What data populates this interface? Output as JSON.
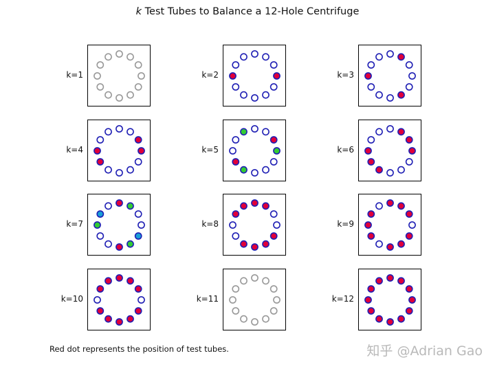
{
  "title": {
    "italic_part": "k",
    "rest": " Test Tubes to Balance a 12-Hole Centrifuge"
  },
  "footnote": "Red dot represents the position of test tubes.",
  "watermark": "知乎 @Adrian Gao",
  "colors": {
    "empty_hole_outline": "#1f1fb4",
    "unbalanced_hole_outline": "#999999",
    "tube_red": "#e0003a",
    "tube_green": "#33cc33",
    "tube_blue": "#1a9fd6"
  },
  "holes_per_rotor": 12,
  "panels": [
    {
      "label": "k=1",
      "status": "impossible",
      "filled": []
    },
    {
      "label": "k=2",
      "status": "balanced",
      "filled": [
        {
          "pos": 3,
          "color": "red"
        },
        {
          "pos": 9,
          "color": "red"
        }
      ]
    },
    {
      "label": "k=3",
      "status": "balanced",
      "filled": [
        {
          "pos": 1,
          "color": "red"
        },
        {
          "pos": 5,
          "color": "red"
        },
        {
          "pos": 9,
          "color": "red"
        }
      ]
    },
    {
      "label": "k=4",
      "status": "balanced",
      "filled": [
        {
          "pos": 2,
          "color": "red"
        },
        {
          "pos": 3,
          "color": "red"
        },
        {
          "pos": 8,
          "color": "red"
        },
        {
          "pos": 9,
          "color": "red"
        }
      ]
    },
    {
      "label": "k=5",
      "status": "balanced",
      "filled": [
        {
          "pos": 2,
          "color": "red"
        },
        {
          "pos": 8,
          "color": "red"
        },
        {
          "pos": 3,
          "color": "green"
        },
        {
          "pos": 7,
          "color": "green"
        },
        {
          "pos": 11,
          "color": "green"
        }
      ]
    },
    {
      "label": "k=6",
      "status": "balanced",
      "filled": [
        {
          "pos": 1,
          "color": "red"
        },
        {
          "pos": 2,
          "color": "red"
        },
        {
          "pos": 3,
          "color": "red"
        },
        {
          "pos": 7,
          "color": "red"
        },
        {
          "pos": 8,
          "color": "red"
        },
        {
          "pos": 9,
          "color": "red"
        }
      ]
    },
    {
      "label": "k=7",
      "status": "balanced",
      "filled": [
        {
          "pos": 0,
          "color": "red"
        },
        {
          "pos": 6,
          "color": "red"
        },
        {
          "pos": 1,
          "color": "green"
        },
        {
          "pos": 5,
          "color": "green"
        },
        {
          "pos": 9,
          "color": "green"
        },
        {
          "pos": 4,
          "color": "blue"
        },
        {
          "pos": 10,
          "color": "blue"
        }
      ]
    },
    {
      "label": "k=8",
      "status": "balanced",
      "filled": [
        {
          "pos": 0,
          "color": "red"
        },
        {
          "pos": 1,
          "color": "red"
        },
        {
          "pos": 5,
          "color": "red"
        },
        {
          "pos": 6,
          "color": "red"
        },
        {
          "pos": 7,
          "color": "red"
        },
        {
          "pos": 10,
          "color": "red"
        },
        {
          "pos": 11,
          "color": "red"
        },
        {
          "pos": 4,
          "color": "red"
        }
      ]
    },
    {
      "label": "k=9",
      "status": "balanced",
      "filled": [
        {
          "pos": 0,
          "color": "red"
        },
        {
          "pos": 1,
          "color": "red"
        },
        {
          "pos": 2,
          "color": "red"
        },
        {
          "pos": 4,
          "color": "red"
        },
        {
          "pos": 5,
          "color": "red"
        },
        {
          "pos": 6,
          "color": "red"
        },
        {
          "pos": 8,
          "color": "red"
        },
        {
          "pos": 9,
          "color": "red"
        },
        {
          "pos": 10,
          "color": "red"
        }
      ]
    },
    {
      "label": "k=10",
      "status": "balanced",
      "filled": [
        {
          "pos": 0,
          "color": "red"
        },
        {
          "pos": 1,
          "color": "red"
        },
        {
          "pos": 2,
          "color": "red"
        },
        {
          "pos": 4,
          "color": "red"
        },
        {
          "pos": 5,
          "color": "red"
        },
        {
          "pos": 6,
          "color": "red"
        },
        {
          "pos": 7,
          "color": "red"
        },
        {
          "pos": 8,
          "color": "red"
        },
        {
          "pos": 10,
          "color": "red"
        },
        {
          "pos": 11,
          "color": "red"
        }
      ]
    },
    {
      "label": "k=11",
      "status": "impossible",
      "filled": []
    },
    {
      "label": "k=12",
      "status": "balanced",
      "filled": [
        {
          "pos": 0,
          "color": "red"
        },
        {
          "pos": 1,
          "color": "red"
        },
        {
          "pos": 2,
          "color": "red"
        },
        {
          "pos": 3,
          "color": "red"
        },
        {
          "pos": 4,
          "color": "red"
        },
        {
          "pos": 5,
          "color": "red"
        },
        {
          "pos": 6,
          "color": "red"
        },
        {
          "pos": 7,
          "color": "red"
        },
        {
          "pos": 8,
          "color": "red"
        },
        {
          "pos": 9,
          "color": "red"
        },
        {
          "pos": 10,
          "color": "red"
        },
        {
          "pos": 11,
          "color": "red"
        }
      ]
    }
  ]
}
